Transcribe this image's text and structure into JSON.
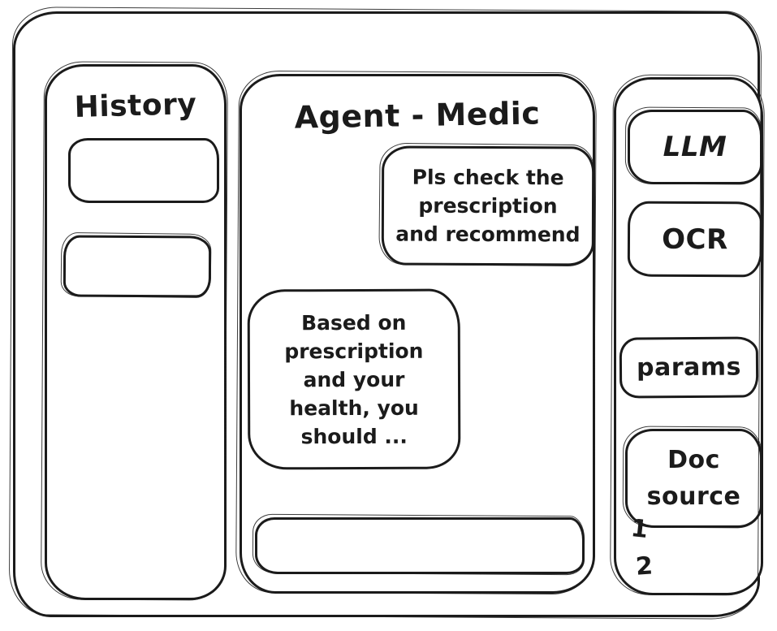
{
  "history": {
    "title": "History",
    "items": [
      {
        "label": ""
      },
      {
        "label": ""
      }
    ]
  },
  "chat": {
    "title": "Agent - Medic",
    "messages": [
      {
        "role": "user",
        "text": "Pls check the\nprescription\nand recommend"
      },
      {
        "role": "agent",
        "text": "Based on\nprescription\nand your\nhealth, you\nshould ..."
      }
    ],
    "input": {
      "value": "",
      "placeholder": ""
    }
  },
  "tools": {
    "llm_label": "LLM",
    "ocr_label": "OCR",
    "params_label": "params",
    "doc_source_label": "Doc source",
    "doc_source_items": [
      "1",
      "2"
    ]
  },
  "colors": {
    "ink": "#1b1b1b",
    "surface": "#ffffff"
  }
}
